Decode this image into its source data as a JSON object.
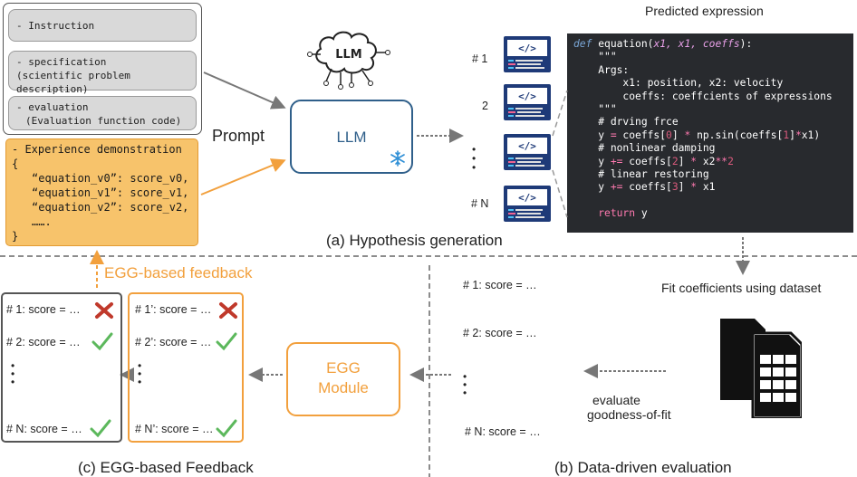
{
  "prompt_items": {
    "instruction": "- Instruction",
    "specification_1": "- specification",
    "specification_2": "(scientific problem description)",
    "evaluation_1": "- evaluation",
    "evaluation_2": "(Evaluation function code)"
  },
  "experience": {
    "title": "- Experience demonstration",
    "open": "{",
    "line1": "“equation_v0”: score_v0,",
    "line2": "“equation_v1”: score_v1,",
    "line3": "“equation_v2”: score_v2,",
    "line4": "…….",
    "close": "}"
  },
  "prompt_label": "Prompt",
  "llm_label": "LLM",
  "llm_icon_text": "LLM",
  "candidates": [
    "# 1",
    "2",
    "•\n•\n•",
    "# N"
  ],
  "predicted_title": "Predicted expression",
  "code": {
    "def": "def",
    "fname": "equation",
    "params": "x1, x1, coeffs",
    "docopen": "\"\"\"",
    "args": "Args:",
    "arg1": "x1: position, x2: velocity",
    "arg2": "coeffs: coeffcients of expressions",
    "docclose": "\"\"\"",
    "c1": "# drving frce",
    "c2": "# nonlinear damping",
    "c3": "# linear restoring",
    "ret": "return",
    "ret_var": "y"
  },
  "labels": {
    "hypothesis": "(a) Hypothesis generation",
    "feedback_arrow": "EGG-based feedback",
    "fit": "Fit coefficients using dataset",
    "evaluate_1": "evaluate",
    "evaluate_2": "goodness-of-fit",
    "data_driven": "(b) Data-driven evaluation",
    "egg_feedback": "(c) EGG-based Feedback",
    "egg_module_1": "EGG",
    "egg_module_2": "Module"
  },
  "scores_mid": [
    "# 1: score = …",
    "# 2: score = …",
    "# N: score = …"
  ],
  "scores_left": [
    "# 1: score = …",
    "# 2: score = …",
    "# N: score = …"
  ],
  "scores_right": [
    "# 1’: score = …",
    "# 2’: score = …",
    "# N’: score = …"
  ],
  "colors": {
    "orange": "#f2a03d",
    "blue": "#2f5f8a",
    "navy": "#1e3a78",
    "red": "#c0392b",
    "green": "#5cb85c"
  }
}
